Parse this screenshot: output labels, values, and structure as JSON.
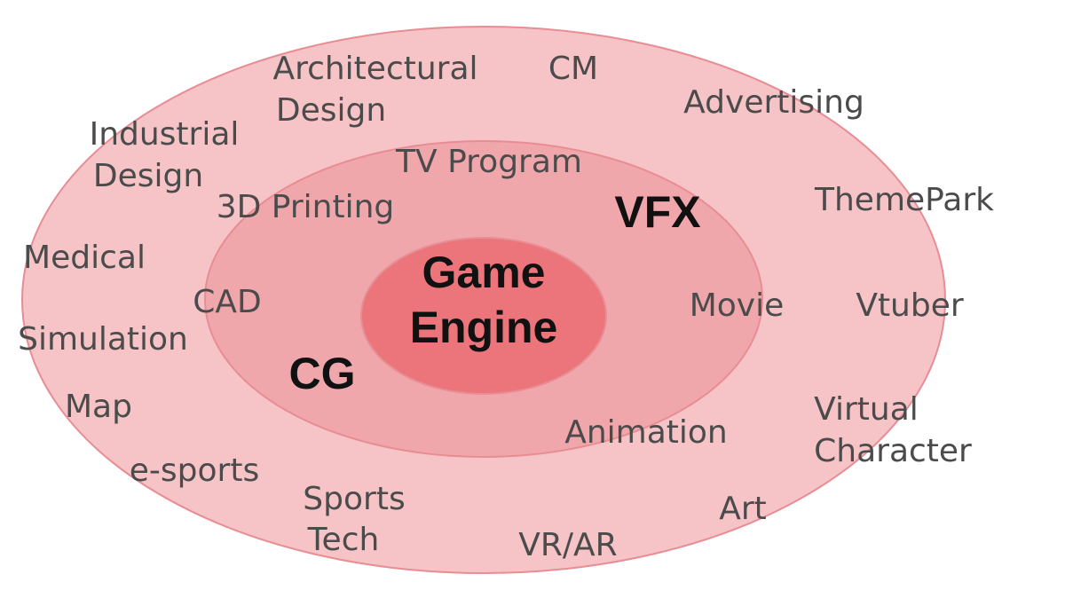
{
  "colors": {
    "outer_fill": "#f6c3c7",
    "middle_fill": "#f0a7ac",
    "inner_fill": "#ec757c",
    "border": "#e78d93",
    "label_text": "#4b4b4b",
    "bold_text": "#111111"
  },
  "core": {
    "line1": "Game",
    "line2": "Engine"
  },
  "middle_ring": {
    "emphasis_left": "CG",
    "emphasis_right": "VFX",
    "labels": {
      "tv_program": "TV Program",
      "printing_3d": "3D Printing",
      "cad": "CAD",
      "movie": "Movie",
      "animation": "Animation"
    }
  },
  "outer_ring": {
    "architectural_design": [
      "Architectural",
      "Design"
    ],
    "cm": "CM",
    "advertising": "Advertising",
    "industrial_design": [
      "Industrial",
      "Design"
    ],
    "theme_park": "ThemePark",
    "medical": "Medical",
    "vtuber": "Vtuber",
    "simulation": "Simulation",
    "map": "Map",
    "virtual_character": [
      "Virtual",
      "Character"
    ],
    "e_sports": "e-sports",
    "sports_tech": [
      "Sports",
      "Tech"
    ],
    "art": "Art",
    "vr_ar": "VR/AR"
  }
}
